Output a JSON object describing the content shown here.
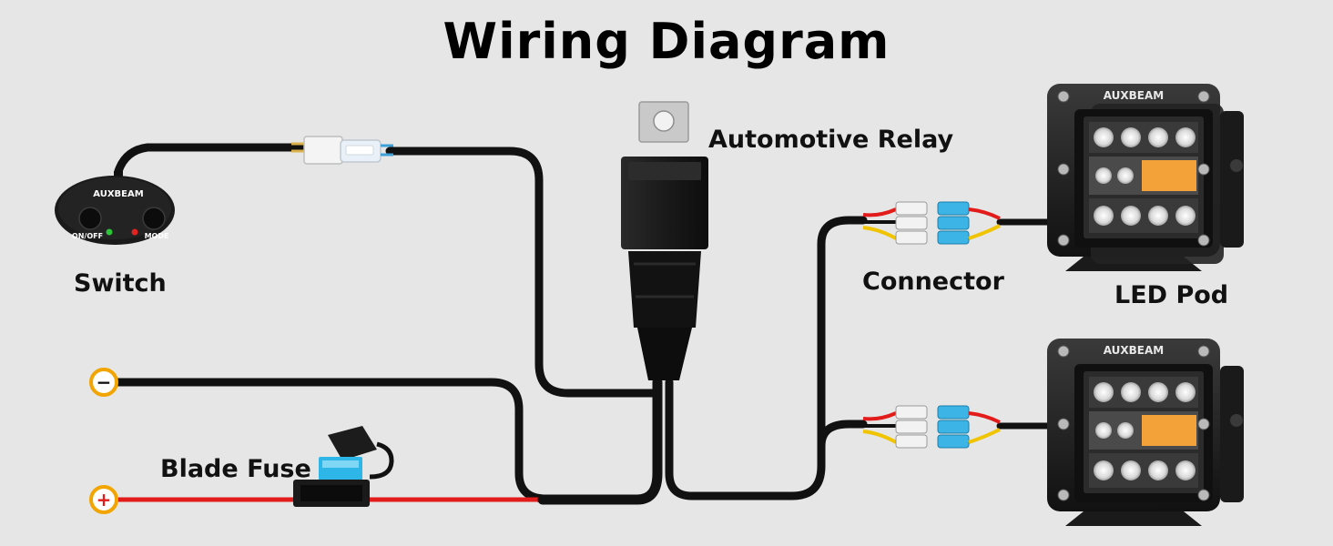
{
  "title": "Wiring Diagram",
  "labels": {
    "relay": "Automotive Relay",
    "switch": "Switch",
    "connector": "Connector",
    "led_pod": "LED Pod",
    "blade_fuse": "Blade Fuse"
  },
  "switch_device": {
    "brand": "AUXBEAM",
    "on_off": "ON/OFF",
    "mode": "MODE"
  },
  "led_pods": [
    {
      "brand": "AUXBEAM"
    },
    {
      "brand": "AUXBEAM"
    }
  ],
  "terminals": {
    "negative": "−",
    "positive": "+"
  },
  "colors": {
    "background": "#e6e6e6",
    "wire": "#111111",
    "positive_wire": "#e21b1b",
    "terminal_ring": "#f2a500",
    "fuse": "#2fb6e8",
    "amber_led": "#f3a23a"
  }
}
